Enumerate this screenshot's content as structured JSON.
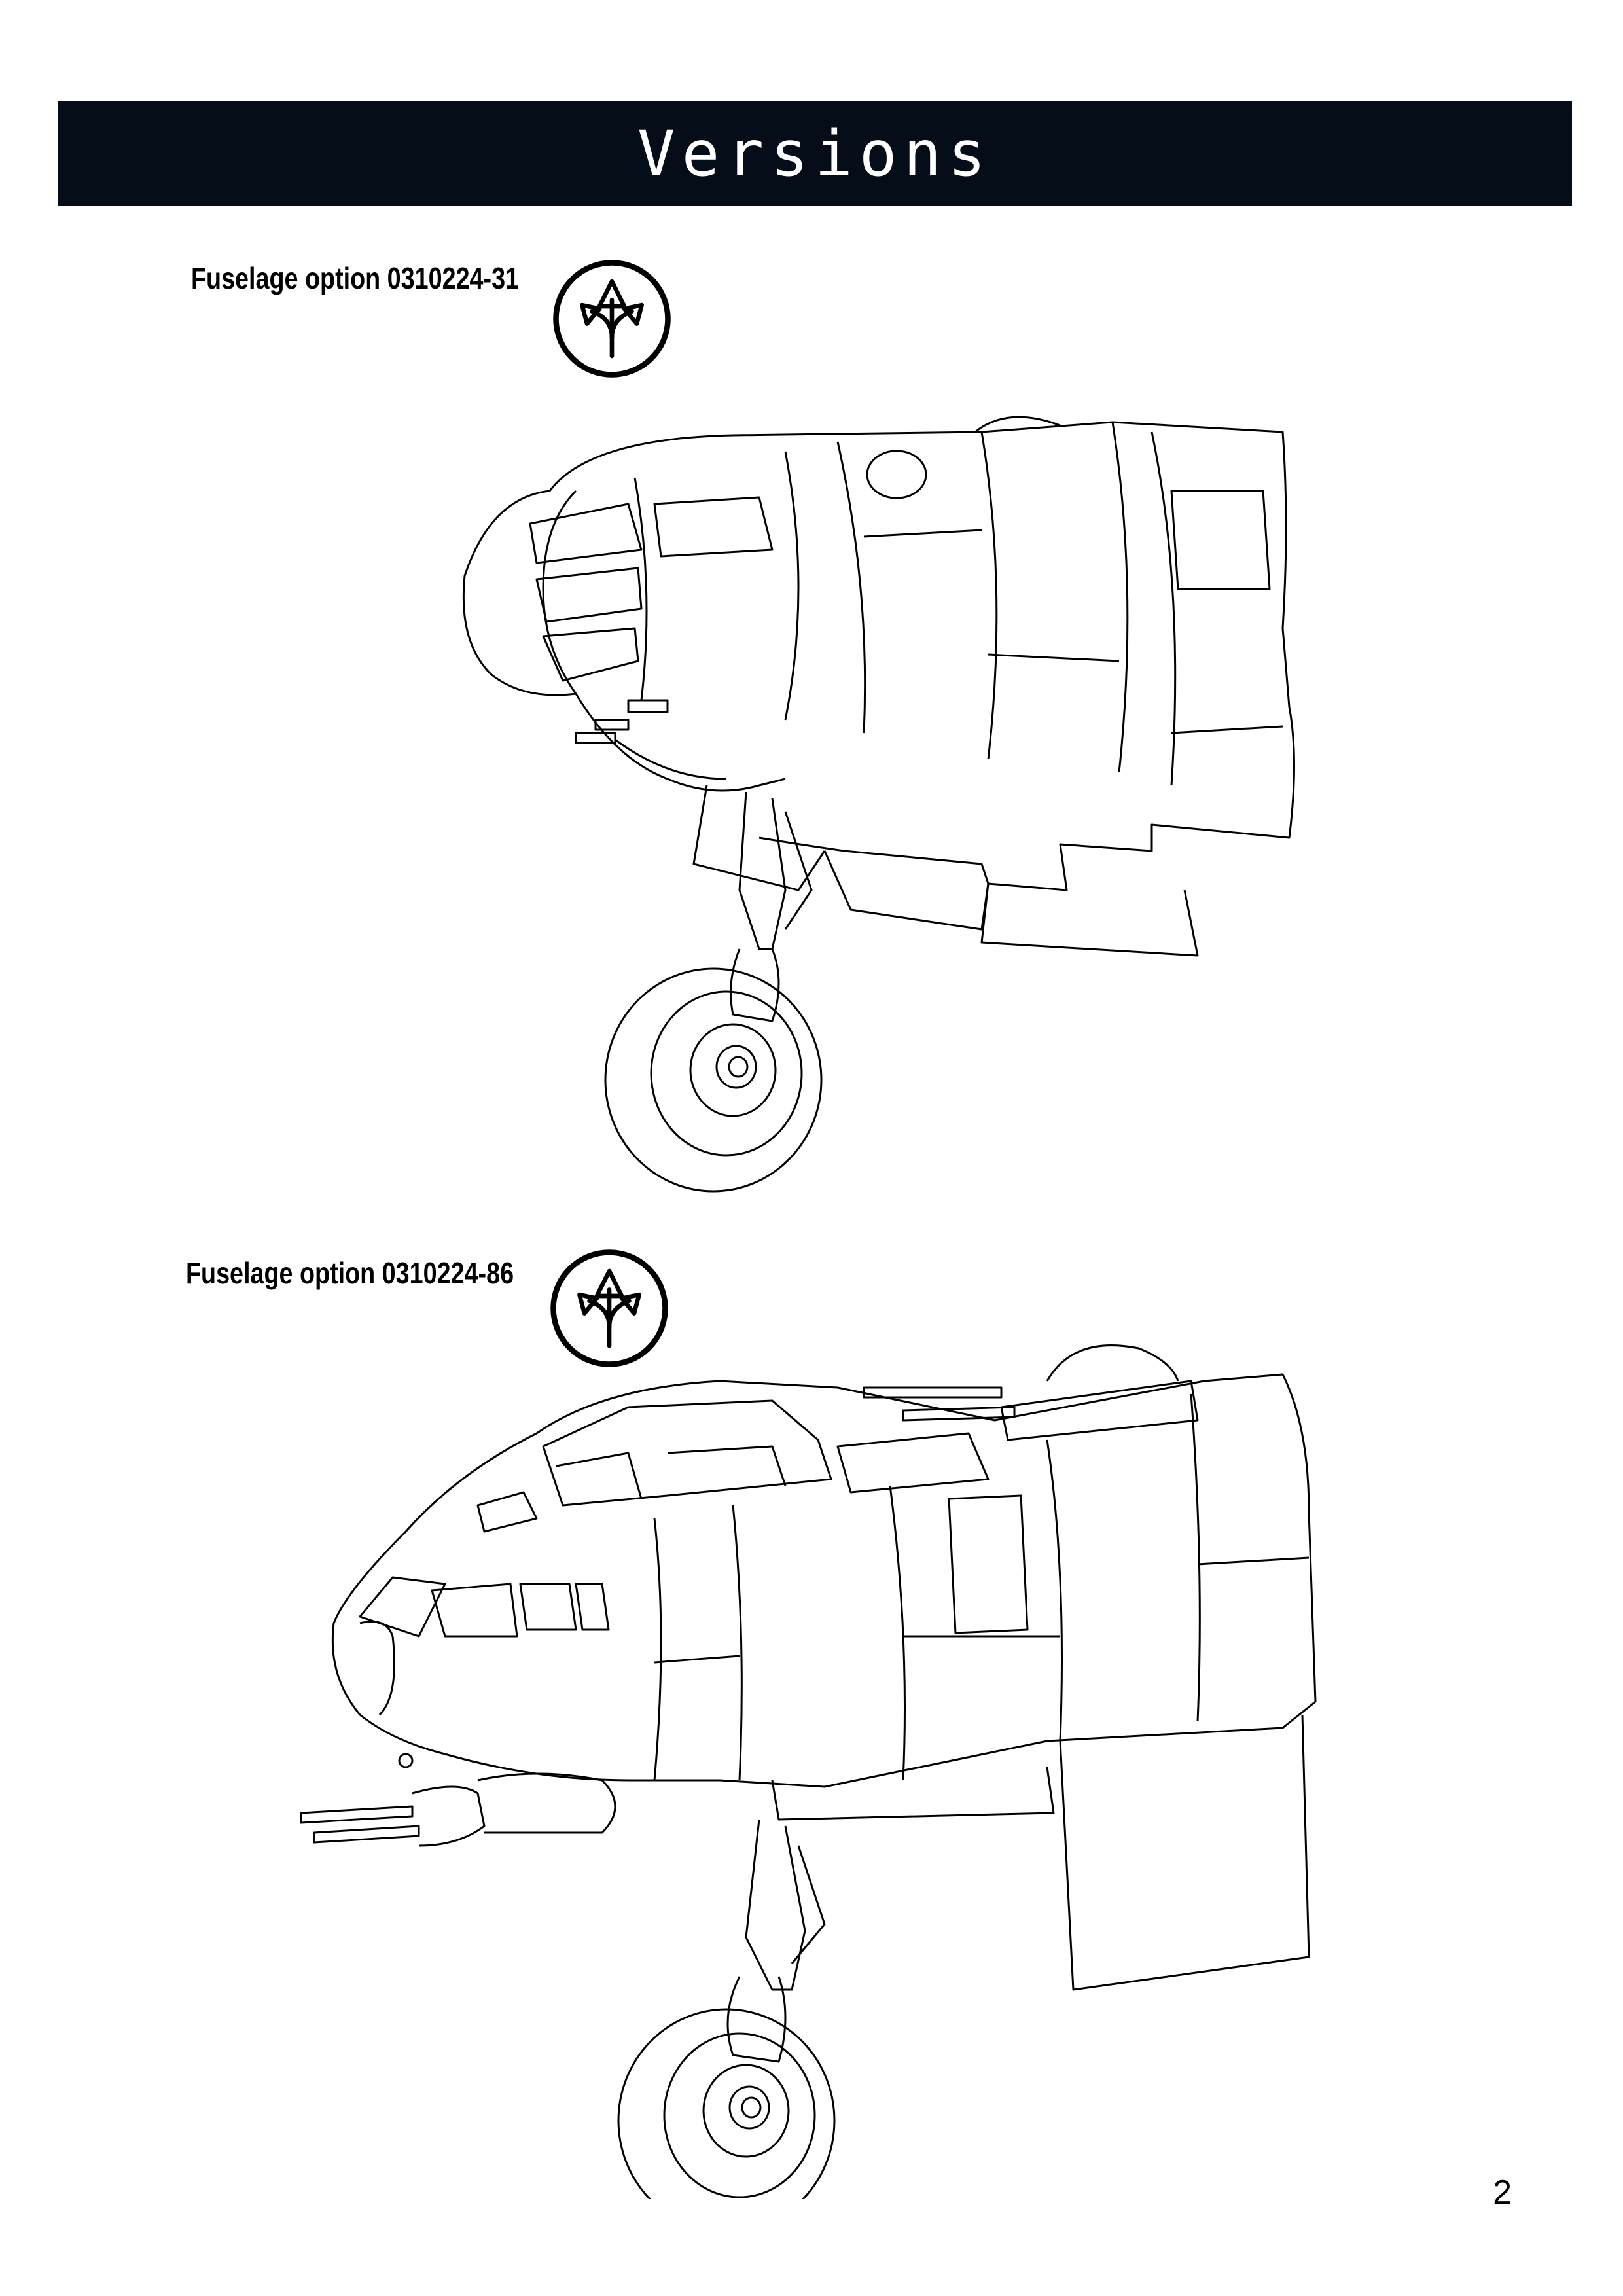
{
  "header": {
    "title": "Versions"
  },
  "options": [
    {
      "label": "Fuselage option 0310224-31",
      "icon": "arrow-split-icon"
    },
    {
      "label": "Fuselage option 0310224-86",
      "icon": "arrow-split-icon"
    }
  ],
  "page_number": "2"
}
